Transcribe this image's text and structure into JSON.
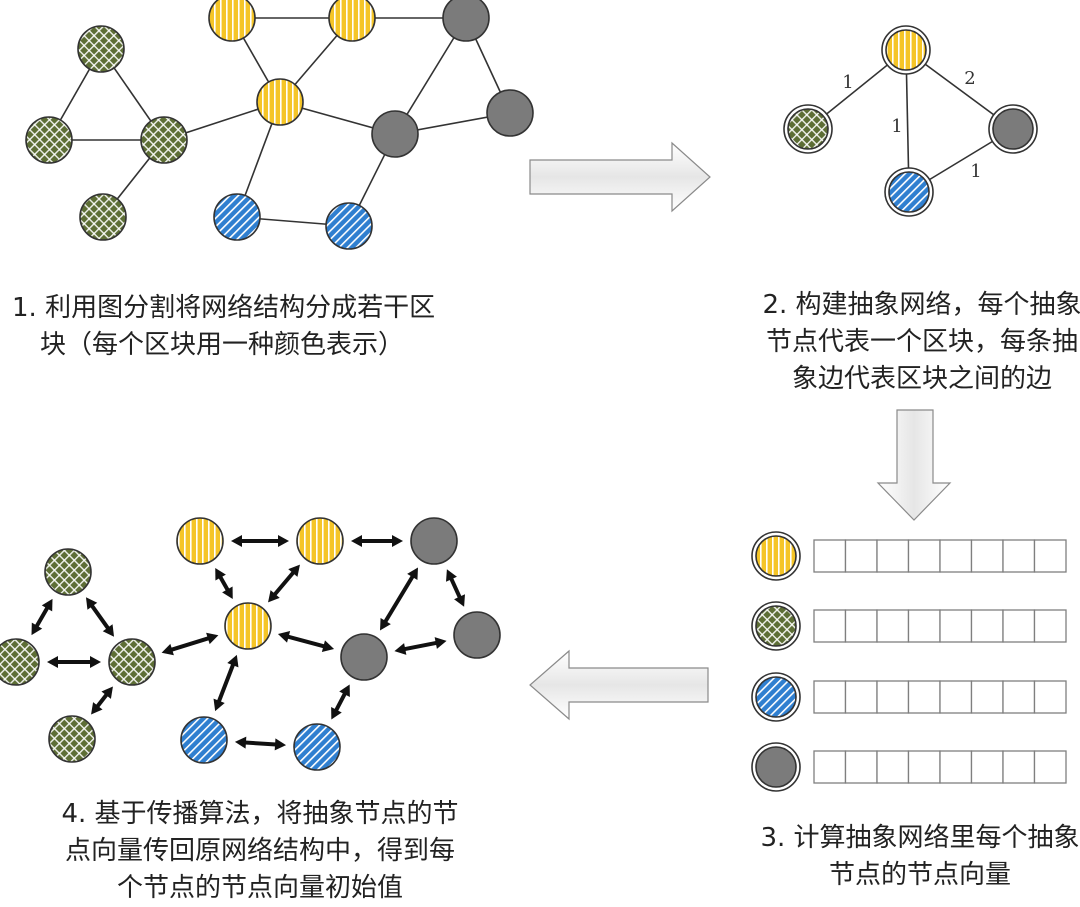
{
  "colors": {
    "yellow": "#f5c527",
    "green": "#5d6e35",
    "blue": "#2f7fd0",
    "gray": "#7b7b7b",
    "outline": "#333333",
    "cell_border": "#7f7f7f",
    "arrow_fill": "#f2f2f2"
  },
  "steps": [
    {
      "lines": [
        "1. 利用图分割将网络结构分成若干区",
        "块（每个区块用一种颜色表示）"
      ]
    },
    {
      "lines": [
        "2. 构建抽象网络，每个抽象",
        "节点代表一个区块，每条抽",
        "象边代表区块之间的边"
      ]
    },
    {
      "lines": [
        "3. 计算抽象网络里每个抽象",
        "节点的节点向量"
      ]
    },
    {
      "lines": [
        "4. 基于传播算法，将抽象节点的节",
        "点向量传回原网络结构中，得到每",
        "个节点的节点向量初始值"
      ]
    }
  ],
  "abstract_network": {
    "nodes": [
      {
        "id": "yellow",
        "block": "yellow"
      },
      {
        "id": "green",
        "block": "green"
      },
      {
        "id": "gray",
        "block": "gray"
      },
      {
        "id": "blue",
        "block": "blue"
      }
    ],
    "edges": [
      {
        "from": "yellow",
        "to": "green",
        "weight": "1"
      },
      {
        "from": "yellow",
        "to": "gray",
        "weight": "2"
      },
      {
        "from": "yellow",
        "to": "blue",
        "weight": "1"
      },
      {
        "from": "blue",
        "to": "gray",
        "weight": "1"
      }
    ]
  },
  "vector_rows": [
    {
      "block": "yellow",
      "cells": 8
    },
    {
      "block": "green",
      "cells": 8
    },
    {
      "block": "blue",
      "cells": 8
    },
    {
      "block": "gray",
      "cells": 8
    }
  ],
  "original_network": {
    "nodes": [
      {
        "id": "g1",
        "block": "green"
      },
      {
        "id": "g2",
        "block": "green"
      },
      {
        "id": "g3",
        "block": "green"
      },
      {
        "id": "g4",
        "block": "green"
      },
      {
        "id": "y1",
        "block": "yellow"
      },
      {
        "id": "y2",
        "block": "yellow"
      },
      {
        "id": "y3",
        "block": "yellow"
      },
      {
        "id": "b1",
        "block": "blue"
      },
      {
        "id": "b2",
        "block": "blue"
      },
      {
        "id": "k1",
        "block": "gray"
      },
      {
        "id": "k2",
        "block": "gray"
      },
      {
        "id": "k3",
        "block": "gray"
      }
    ],
    "edges": [
      [
        "g1",
        "g2"
      ],
      [
        "g1",
        "g3"
      ],
      [
        "g2",
        "g3"
      ],
      [
        "g3",
        "g4"
      ],
      [
        "g3",
        "y3"
      ],
      [
        "y1",
        "y2"
      ],
      [
        "y1",
        "y3"
      ],
      [
        "y2",
        "y3"
      ],
      [
        "y2",
        "k1"
      ],
      [
        "y3",
        "k2"
      ],
      [
        "y3",
        "b1"
      ],
      [
        "b1",
        "b2"
      ],
      [
        "b2",
        "k2"
      ],
      [
        "k1",
        "k2"
      ],
      [
        "k1",
        "k3"
      ],
      [
        "k2",
        "k3"
      ]
    ]
  }
}
